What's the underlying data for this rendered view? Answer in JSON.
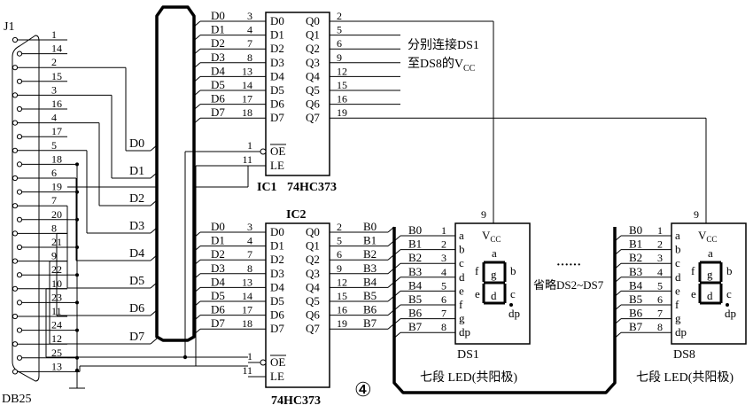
{
  "connector": {
    "ref": "J1",
    "part": "DB25",
    "pins": [
      "1",
      "14",
      "2",
      "15",
      "3",
      "16",
      "4",
      "17",
      "5",
      "18",
      "6",
      "19",
      "7",
      "20",
      "8",
      "21",
      "9",
      "22",
      "10",
      "23",
      "11",
      "24",
      "12",
      "25",
      "13"
    ]
  },
  "bus_labels": [
    "D0",
    "D1",
    "D2",
    "D3",
    "D4",
    "D5",
    "D6",
    "D7"
  ],
  "ic1": {
    "ref": "IC1",
    "part": "74HC373",
    "in_nets": [
      "D0",
      "D1",
      "D2",
      "D3",
      "D4",
      "D5",
      "D6",
      "D7"
    ],
    "in_pins": [
      "3",
      "4",
      "7",
      "8",
      "13",
      "14",
      "17",
      "18"
    ],
    "in_names": [
      "D0",
      "D1",
      "D2",
      "D3",
      "D4",
      "D5",
      "D6",
      "D7"
    ],
    "out_names": [
      "Q0",
      "Q1",
      "Q2",
      "Q3",
      "Q4",
      "Q5",
      "Q6",
      "Q7"
    ],
    "out_pins": [
      "2",
      "5",
      "6",
      "9",
      "12",
      "15",
      "16",
      "19"
    ],
    "oe_pin": "1",
    "le_pin": "11",
    "oe_name": "OE",
    "le_name": "LE",
    "note_line1": "分别连接DS1",
    "note_line2": "至DS8的V",
    "note_sub": "CC"
  },
  "ic2": {
    "ref": "IC2",
    "part": "74HC373",
    "in_nets": [
      "D0",
      "D1",
      "D2",
      "D3",
      "D4",
      "D5",
      "D6",
      "D7"
    ],
    "in_pins": [
      "3",
      "4",
      "7",
      "8",
      "13",
      "14",
      "17",
      "18"
    ],
    "in_names": [
      "D0",
      "D1",
      "D2",
      "D3",
      "D4",
      "D5",
      "D6",
      "D7"
    ],
    "out_names": [
      "Q0",
      "Q1",
      "Q2",
      "Q3",
      "Q4",
      "Q5",
      "Q6",
      "Q7"
    ],
    "out_pins": [
      "2",
      "5",
      "6",
      "9",
      "12",
      "15",
      "16",
      "19"
    ],
    "out_nets": [
      "B0",
      "B1",
      "B2",
      "B3",
      "B4",
      "B5",
      "B6",
      "B7"
    ],
    "oe_pin": "1",
    "le_pin": "11",
    "oe_name": "OE",
    "le_name": "LE"
  },
  "ds1": {
    "ref": "DS1",
    "nets": [
      "B0",
      "B1",
      "B2",
      "B3",
      "B4",
      "B5",
      "B6",
      "B7"
    ],
    "pins": [
      "1",
      "2",
      "3",
      "4",
      "5",
      "6",
      "7",
      "8"
    ],
    "seg_names": [
      "a",
      "b",
      "c",
      "d",
      "e",
      "f",
      "g",
      "dp"
    ],
    "vcc_pin": "9",
    "vcc_label": "V",
    "vcc_sub": "CC",
    "caption": "七段 LED(共阳极)",
    "glyph_a": "a",
    "glyph_b": "b",
    "glyph_c": "c",
    "glyph_d": "d",
    "glyph_e": "e",
    "glyph_f": "f",
    "glyph_g": "g",
    "glyph_dp": "dp"
  },
  "ds8": {
    "ref": "DS8",
    "nets": [
      "B0",
      "B1",
      "B2",
      "B3",
      "B4",
      "B5",
      "B6",
      "B7"
    ],
    "pins": [
      "1",
      "2",
      "3",
      "4",
      "5",
      "6",
      "7",
      "8"
    ],
    "seg_names": [
      "a",
      "b",
      "c",
      "d",
      "e",
      "f",
      "g",
      "dp"
    ],
    "vcc_pin": "9",
    "vcc_label": "V",
    "vcc_sub": "CC",
    "caption": "七段 LED(共阳极)",
    "glyph_a": "a",
    "glyph_b": "b",
    "glyph_c": "c",
    "glyph_d": "d",
    "glyph_e": "e",
    "glyph_f": "f",
    "glyph_g": "g",
    "glyph_dp": "dp"
  },
  "omitted": {
    "dots": "······",
    "text": "省略DS2~DS7"
  },
  "figure_number": "④"
}
